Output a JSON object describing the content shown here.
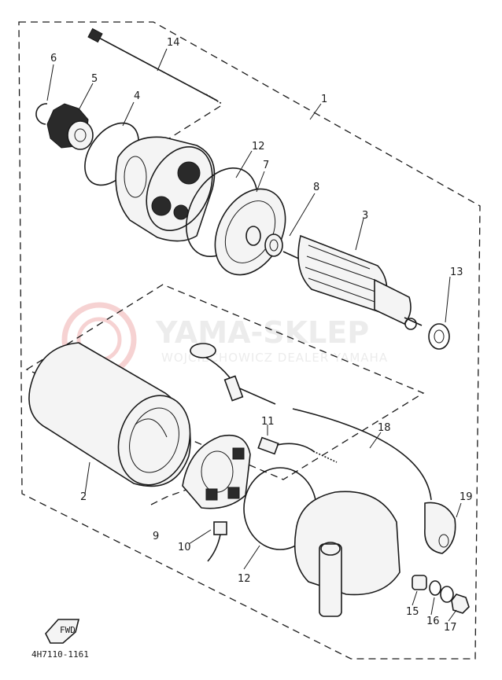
{
  "watermark": {
    "title": "YAMA-SKLEP",
    "subtitle": "WOJCIECHOWICZ DEALER YAMAHA"
  },
  "callouts": [
    "1",
    "2",
    "3",
    "4",
    "5",
    "6",
    "7",
    "8",
    "9",
    "10",
    "11",
    "12",
    "13",
    "14",
    "15",
    "16",
    "17",
    "18",
    "19"
  ],
  "fwd_label": "FWD",
  "reference_code": "4H7110-1161"
}
